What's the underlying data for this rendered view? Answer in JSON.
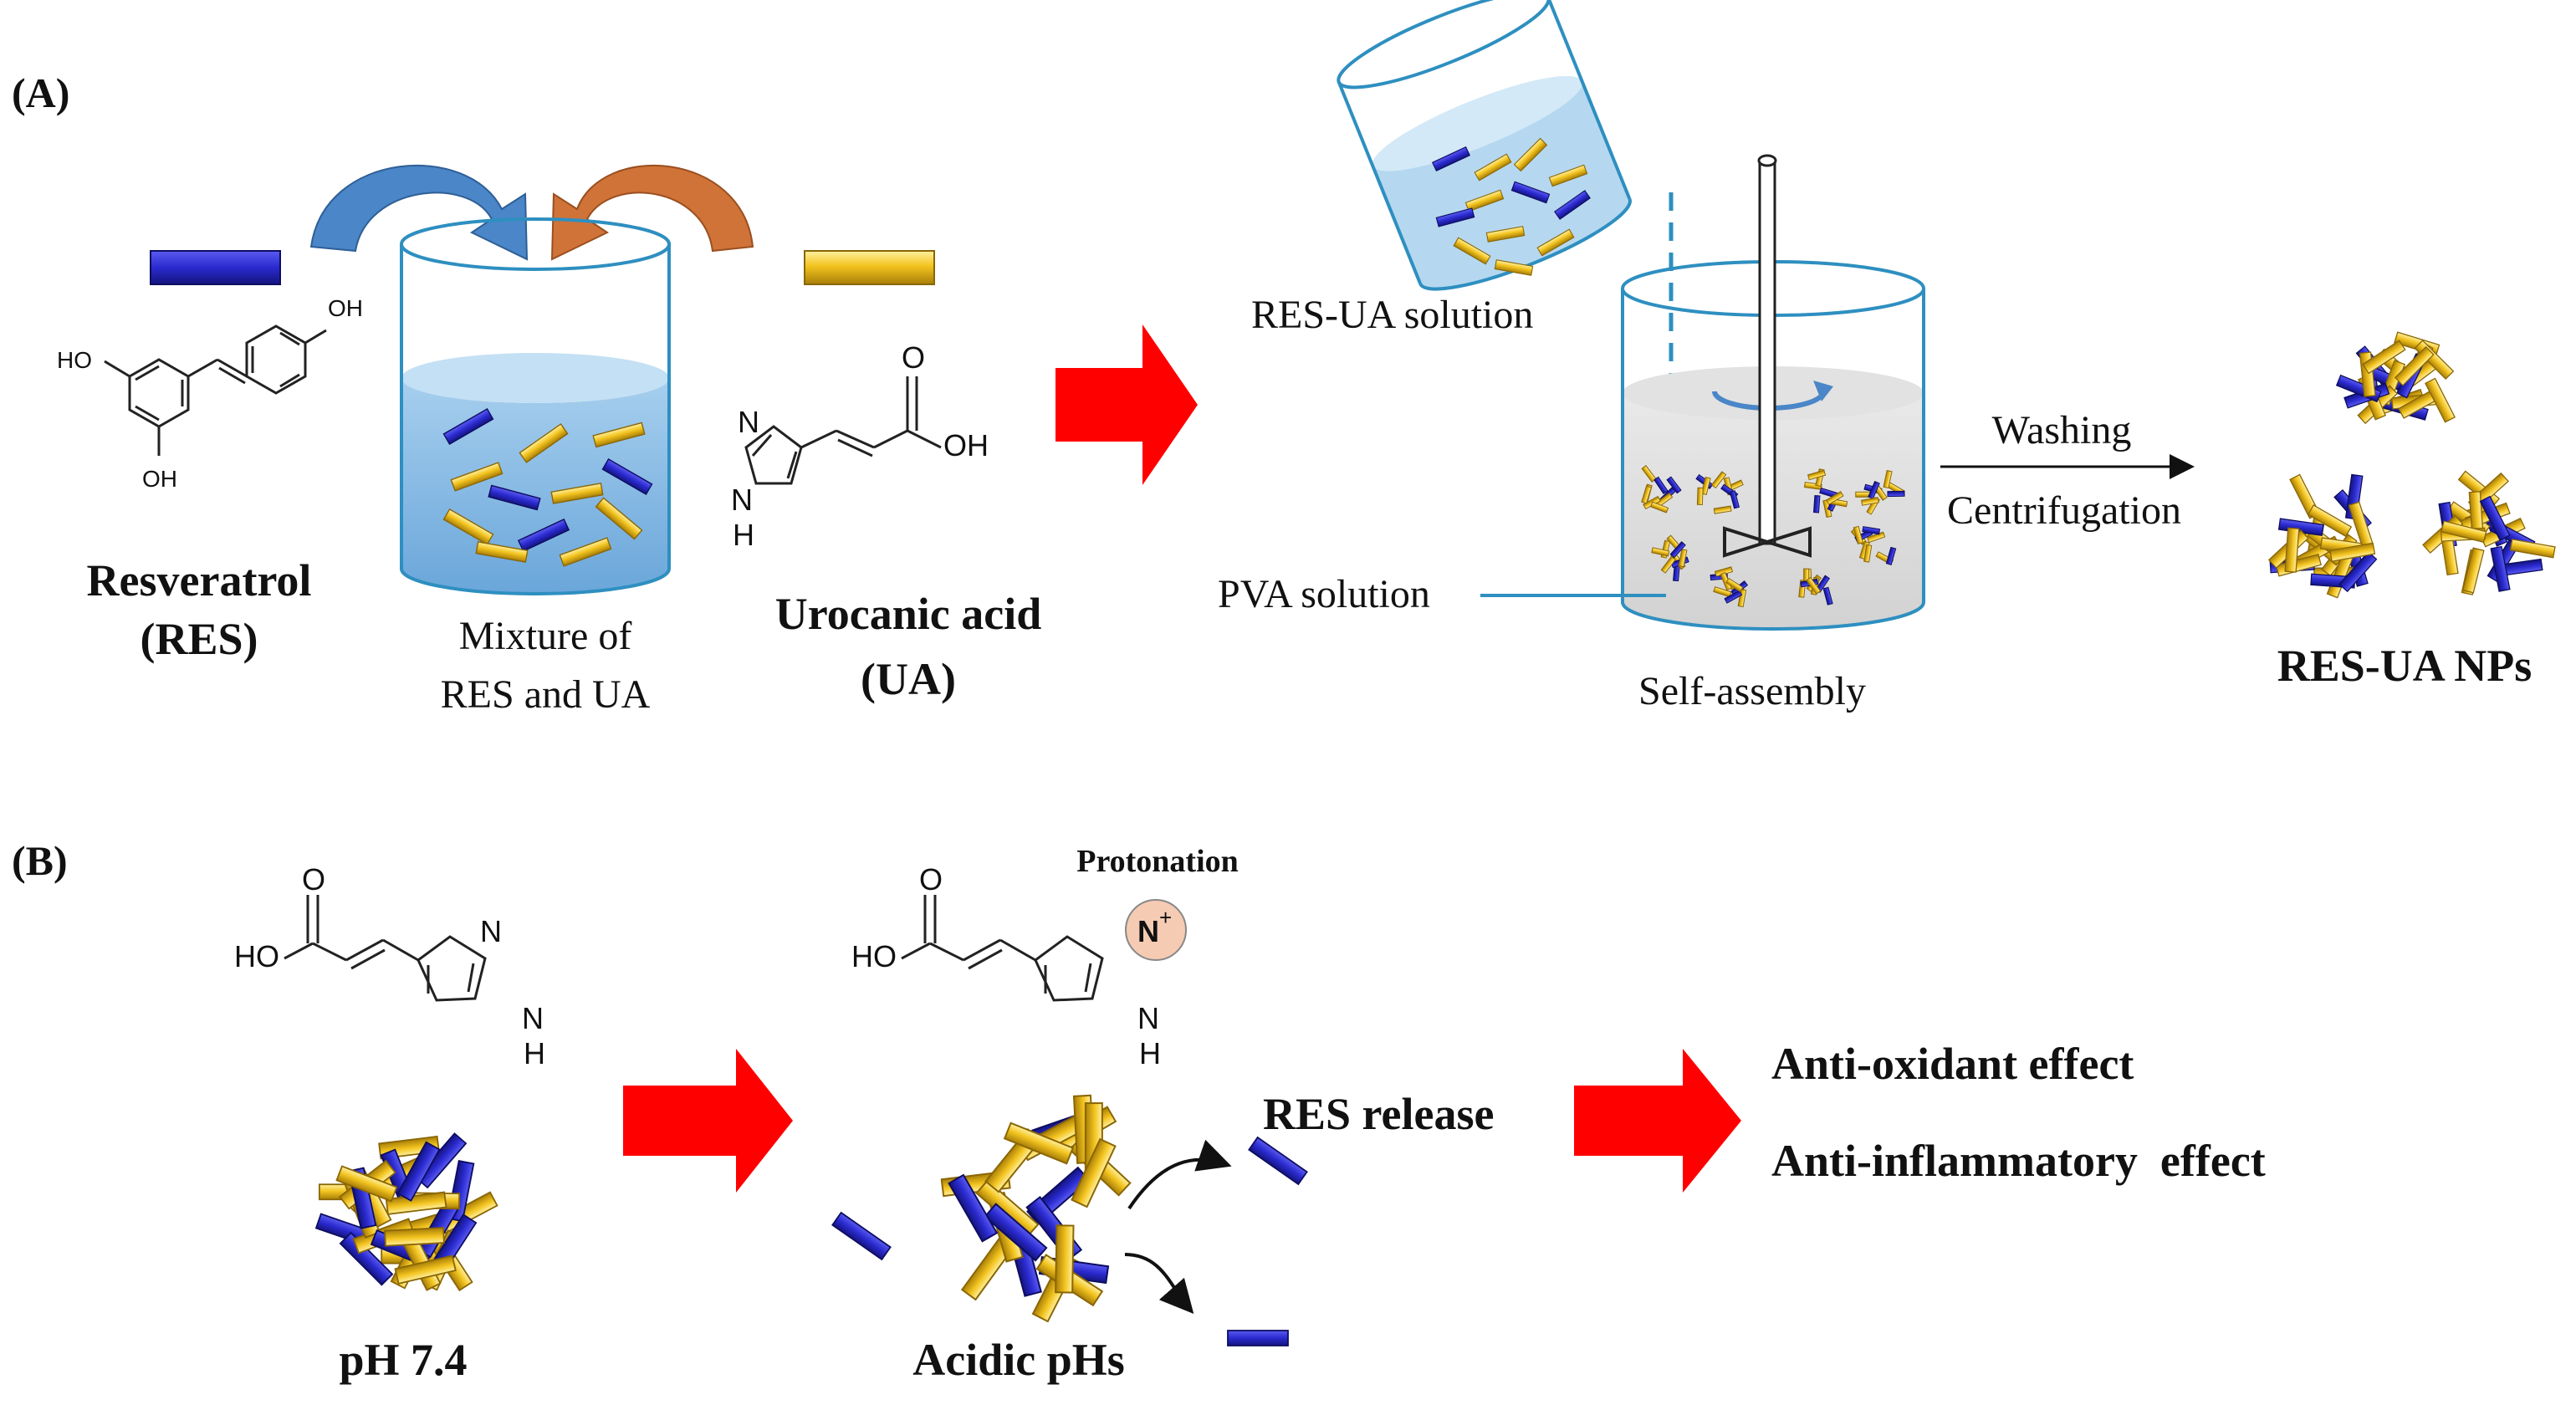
{
  "panel_a": {
    "label": "(A)",
    "res_name": "Resveratrol",
    "res_abbr": "(RES)",
    "ua_name": "Urocanic acid",
    "ua_abbr": "(UA)",
    "mixture_line1": "Mixture of",
    "mixture_line2": "RES and UA",
    "res_ua_solution": "RES-UA solution",
    "pva_solution": "PVA solution",
    "self_assembly": "Self-assembly",
    "washing": "Washing",
    "centrifugation": "Centrifugation",
    "nps_label": "RES-UA NPs",
    "res_struct": {
      "oh_top": "OH",
      "ho_left": "HO",
      "oh_bottom": "OH"
    },
    "ua_struct": {
      "n": "N",
      "nh": "N",
      "h": "H",
      "o": "O",
      "oh": "OH"
    }
  },
  "panel_b": {
    "label": "(B)",
    "ph_neutral": "pH 7.4",
    "ph_acidic": "Acidic pHs",
    "protonation": "Protonation",
    "res_release": "RES release",
    "effect1": "Anti-oxidant effect",
    "effect2": "Anti-inflammatory  effect",
    "ua_struct": {
      "o": "O",
      "ho": "HO",
      "n": "N",
      "nh": "N",
      "h": "H"
    },
    "ua_prot_struct": {
      "o": "O",
      "ho": "HO",
      "nplus": "N",
      "plus": "+",
      "nh": "N",
      "h": "H"
    }
  },
  "colors": {
    "res_blue": "#2a2acf",
    "ua_gold": "#f0c020",
    "arrow_red": "#ff0000",
    "arrow_blue": "#4a86c8",
    "arrow_orange": "#d07338",
    "beaker_outline": "#2e8fc0",
    "protonation_circle": "#f5cbb3"
  }
}
